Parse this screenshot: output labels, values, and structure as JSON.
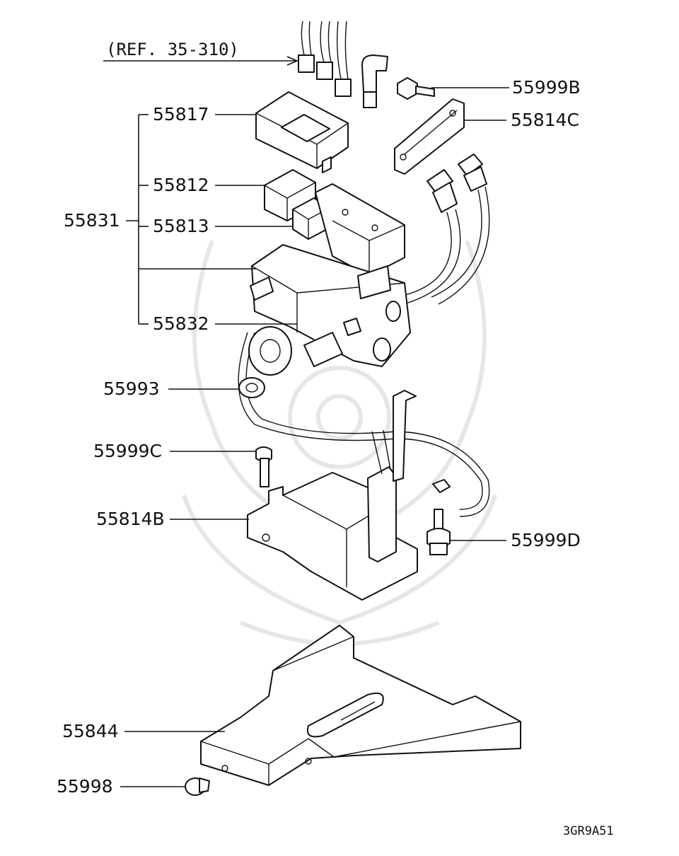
{
  "reference": "(REF. 35-310)",
  "diagram_code": "3GR9A51",
  "labels": {
    "p55999B": "55999B",
    "p55817": "55817",
    "p55814C": "55814C",
    "p55812": "55812",
    "p55831": "55831",
    "p55813": "55813",
    "p55832": "55832",
    "p55993": "55993",
    "p55999C": "55999C",
    "p55814B": "55814B",
    "p55999D": "55999D",
    "p55844": "55844",
    "p55998": "55998"
  },
  "colors": {
    "line": "#111111",
    "watermark": "#e6e6e6",
    "background": "#ffffff"
  }
}
